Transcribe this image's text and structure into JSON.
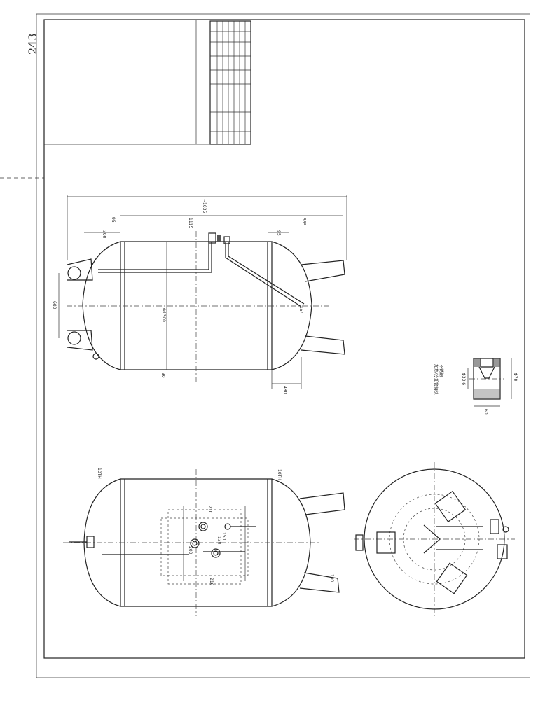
{
  "handwritten_note": "243",
  "views": {
    "top": {
      "dim_overall": "~1035",
      "dim_left": "300",
      "dim_shell": "1115",
      "dim_right": "555",
      "dim_nozzle_right": "95",
      "dim_nozzle_left": "95",
      "dim_height": "680",
      "dim_diameter": "Φ1300",
      "dim_bottom_left": "30",
      "dim_support": "480",
      "dim_angle": "15°"
    },
    "front": {
      "label_left": "10TH",
      "label_right": "10TH",
      "dim_a": "210",
      "dim_b": "210",
      "dim_c": "200",
      "dim_d": "130",
      "dim_e": "150",
      "dim_f": "190"
    },
    "detail": {
      "title": "加热/冷却管接头",
      "subtitle": "不锈钢",
      "dim_inner": "Φ33.6",
      "dim_outer": "Φ70",
      "dim_length": "60"
    }
  }
}
